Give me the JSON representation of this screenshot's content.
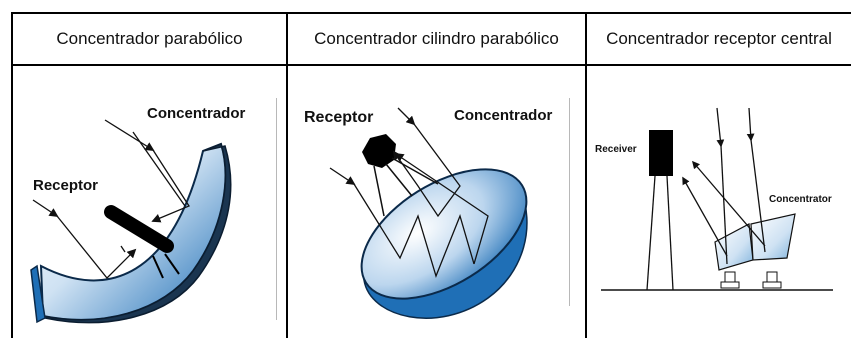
{
  "table": {
    "columns": [
      {
        "header": "Concentrador parabólico",
        "labels": {
          "concentrator": "Concentrador",
          "receptor": "Receptor"
        }
      },
      {
        "header": "Concentrador cilindro parabólico",
        "labels": {
          "receptor": "Receptor",
          "concentrator": "Concentrador"
        }
      },
      {
        "header": "Concentrador receptor central",
        "labels": {
          "receiver": "Receiver",
          "concentrator": "Concentrator"
        }
      }
    ]
  },
  "colors": {
    "reflector_light": "#eaf3fb",
    "reflector_dark": "#1f6fb6",
    "receiver": "#000000",
    "rays": "#111111"
  }
}
